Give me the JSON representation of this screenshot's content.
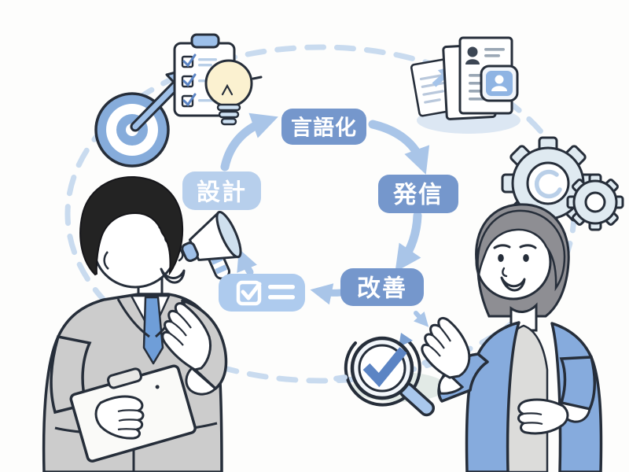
{
  "cycle": {
    "steps": [
      {
        "id": "design",
        "label": "設計"
      },
      {
        "id": "verbalize",
        "label": "言語化"
      },
      {
        "id": "publish",
        "label": "発信"
      },
      {
        "id": "improve",
        "label": "改善"
      }
    ]
  },
  "icons": [
    "target-arrow-icon",
    "checklist-clipboard-icon",
    "lightbulb-icon",
    "documents-profile-icon",
    "gears-icon",
    "megaphone-icon",
    "checkbox-note-icon",
    "magnifier-check-icon",
    "dashed-cycle-ring"
  ],
  "people": [
    {
      "id": "man",
      "description": "man in gray suit with blue tie holding clipboard"
    },
    {
      "id": "woman",
      "description": "woman in blue jacket with gray bob haircut"
    }
  ],
  "colors": {
    "step_primary": "#7597cc",
    "step_secondary": "#b7cfec",
    "arrow": "#a9c5e8",
    "dashed_ring": "#c9dbef",
    "suit_gray": "#cccccc",
    "tie_blue": "#6f9ed8",
    "jacket_blue": "#86abdd",
    "bulb_yellow": "#fbf1d0",
    "target_blue": "#86acdb",
    "gear_fill": "#dfeaf1",
    "check_blue": "#5b84c4",
    "outline": "#262e3a"
  }
}
